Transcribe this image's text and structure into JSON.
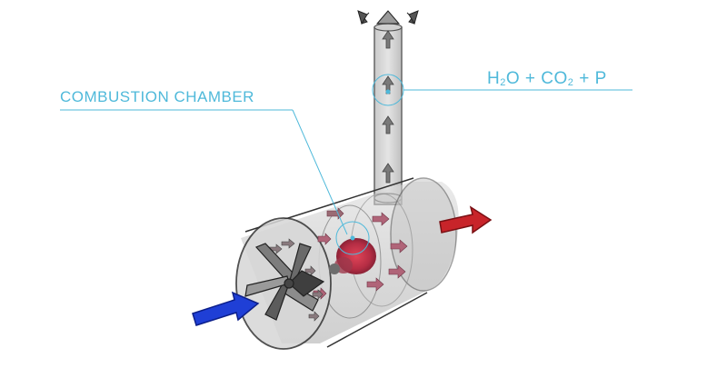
{
  "labels": {
    "chamber": "COMBUSTION CHAMBER",
    "exhaust": {
      "part1": "H",
      "sub1": "2",
      "part2": "O + CO",
      "sub2": "2",
      "part3": " + P"
    }
  },
  "icons": [
    "intake-arrow-icon",
    "fan-blade-icon",
    "flame-icon",
    "heat-output-arrow-icon",
    "exhaust-arrow-icon"
  ],
  "colors": {
    "callout": "#4fb9da",
    "intake_arrow": "#1f3fd6",
    "output_arrow": "#c8242a",
    "flow_arrow_gray": "#7c7c7c",
    "flow_arrow_pink": "#b06478",
    "body_fill": "#c9c9c9"
  }
}
